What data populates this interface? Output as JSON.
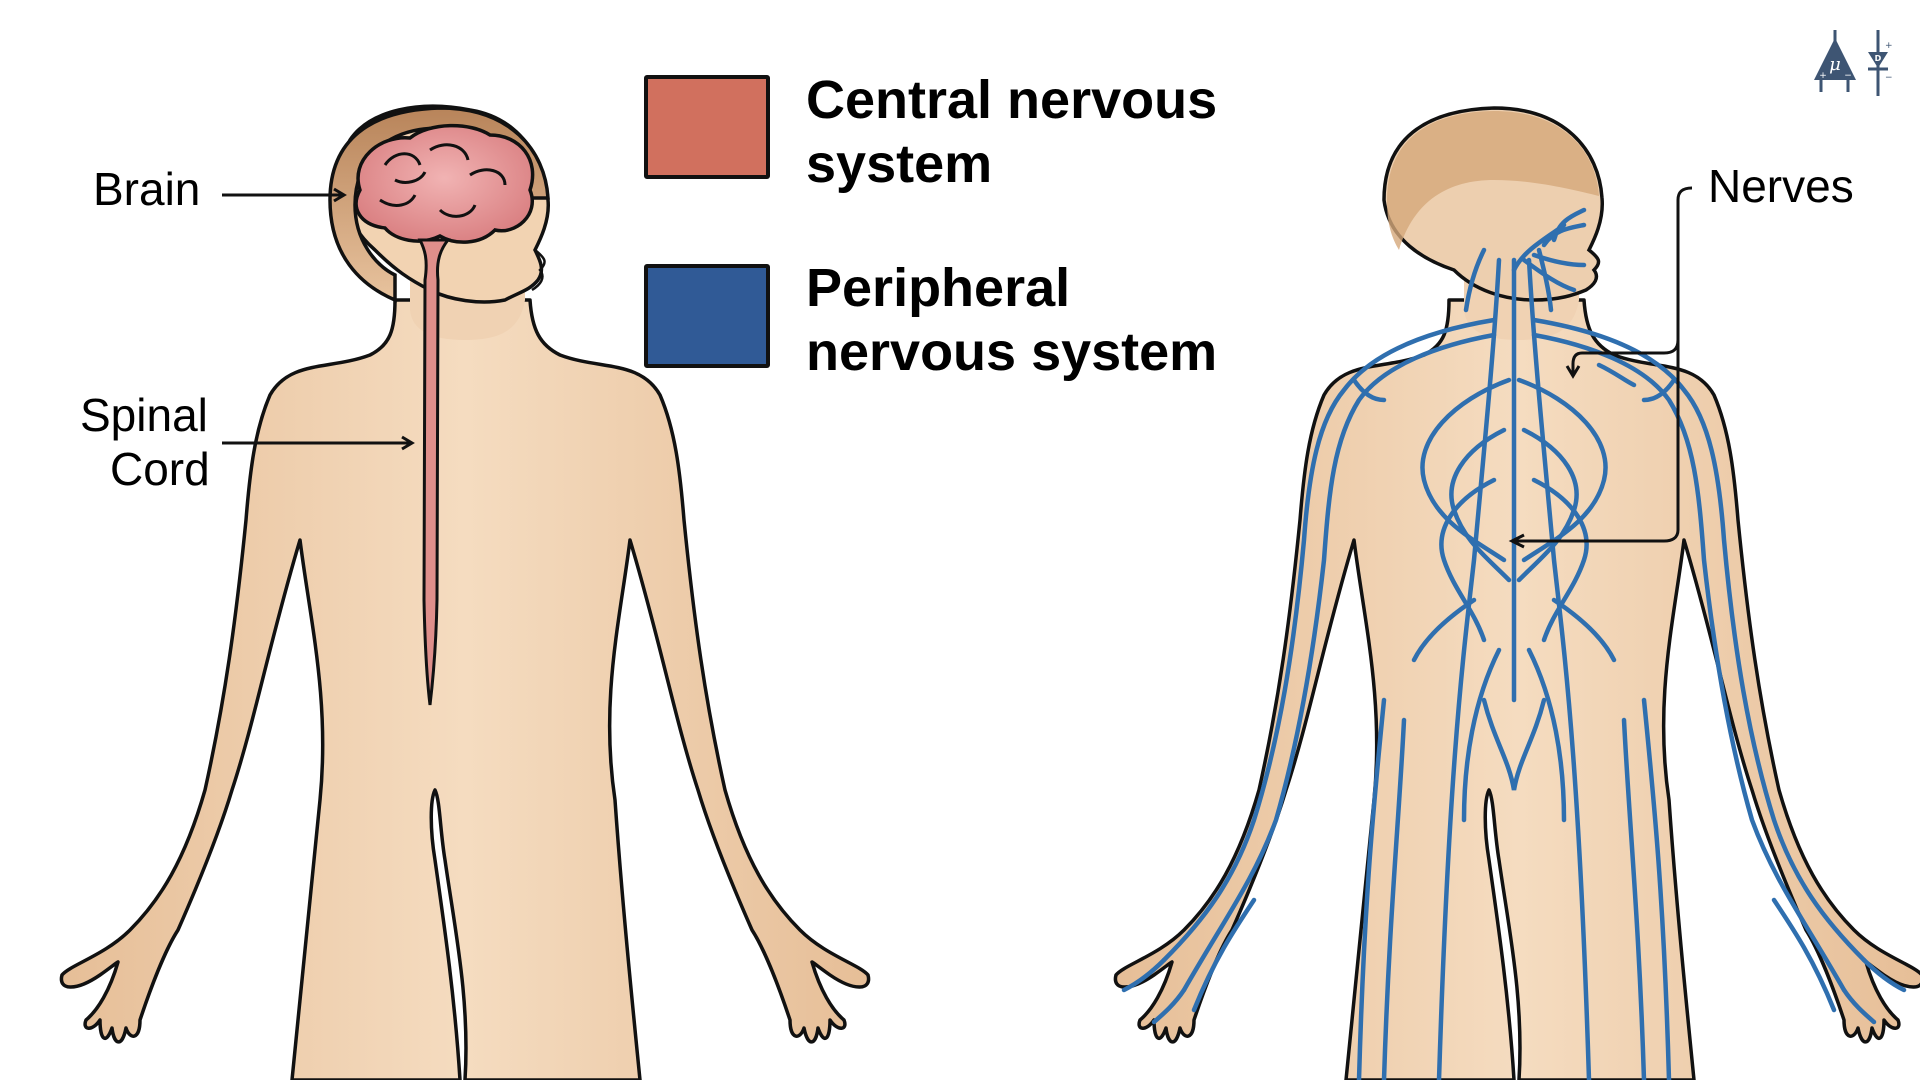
{
  "legend": {
    "items": [
      {
        "label_line1": "Central nervous",
        "label_line2": "system",
        "color": "#D1705E"
      },
      {
        "label_line1": "Peripheral",
        "label_line2": "nervous system",
        "color": "#305A96"
      }
    ]
  },
  "left_figure": {
    "labels": {
      "brain": "Brain",
      "spinal_line1": "Spinal",
      "spinal_line2": "Cord"
    }
  },
  "right_figure": {
    "labels": {
      "nerves": "Nerves"
    }
  },
  "colors": {
    "skin": "#F2D3B2",
    "skin_shadow": "#E3B78F",
    "hair": "#C49468",
    "brain": "#E79A9A",
    "spinal_cord": "#DE8C88",
    "nerve": "#2F6FAF",
    "outline": "#111111",
    "logo": "#3E5573"
  },
  "logo": {
    "symbols": [
      "μ",
      "D",
      "+",
      "−"
    ]
  }
}
